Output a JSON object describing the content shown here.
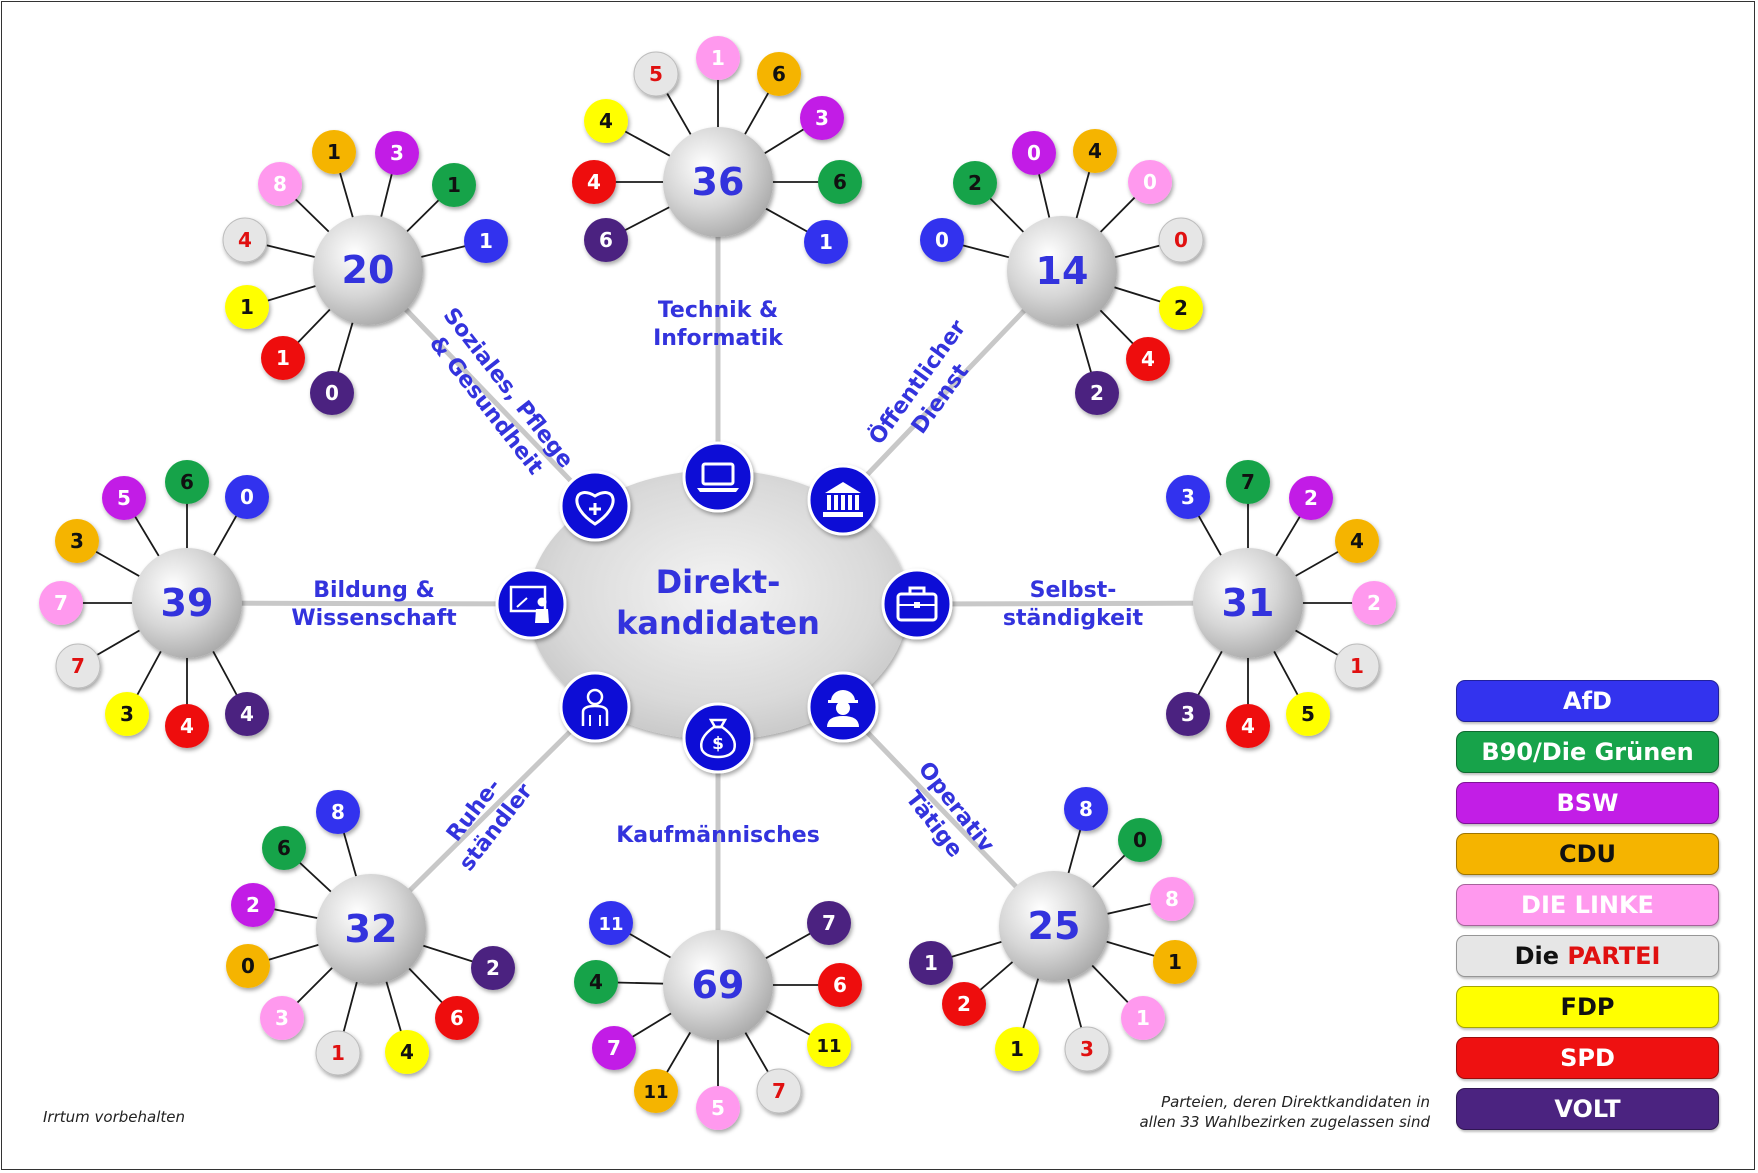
{
  "center": {
    "line1": "Direkt-",
    "line2": "kandidaten"
  },
  "colors": {
    "line": "#c8c8c8",
    "spoke": "#1a1a1a",
    "icon_circle": "#0a0ad6",
    "hub_text": "#3333dd",
    "category_text": "#3333dd"
  },
  "parties": [
    {
      "key": "afd",
      "name": "AfD",
      "bg": "#3333ee",
      "fg": "#ffffff",
      "num": "#ffffff"
    },
    {
      "key": "gruene",
      "name": "B90/Die Grünen",
      "bg": "#17a34a",
      "fg": "#ffffff",
      "num": "#111111"
    },
    {
      "key": "bsw",
      "name": "BSW",
      "bg": "#c21ee6",
      "fg": "#ffffff",
      "num": "#ffffff"
    },
    {
      "key": "cdu",
      "name": "CDU",
      "bg": "#f5b400",
      "fg": "#111111",
      "num": "#111111"
    },
    {
      "key": "linke",
      "name": "DIE LINKE",
      "bg": "#ff99ee",
      "fg": "#ffffff",
      "num": "#ffffff"
    },
    {
      "key": "partei",
      "name_prefix": "Die ",
      "name_suffix": "PARTEI",
      "bg": "#e6e6e6",
      "fg": "#111111",
      "accent": "#e01010",
      "num": "#e01010"
    },
    {
      "key": "fdp",
      "name": "FDP",
      "bg": "#ffff00",
      "fg": "#111111",
      "num": "#111111"
    },
    {
      "key": "spd",
      "name": "SPD",
      "bg": "#ee1111",
      "fg": "#ffffff",
      "num": "#ffffff"
    },
    {
      "key": "volt",
      "name": "VOLT",
      "bg": "#4b2380",
      "fg": "#ffffff",
      "num": "#ffffff"
    }
  ],
  "categories": [
    {
      "id": "technik",
      "icon": "laptop-icon",
      "label_lines": [
        "Technik &",
        "Informatik"
      ],
      "total": "36",
      "counts": [
        {
          "party": "volt",
          "value": "6"
        },
        {
          "party": "spd",
          "value": "4"
        },
        {
          "party": "fdp",
          "value": "4"
        },
        {
          "party": "partei",
          "value": "5"
        },
        {
          "party": "linke",
          "value": "1"
        },
        {
          "party": "cdu",
          "value": "6"
        },
        {
          "party": "bsw",
          "value": "3"
        },
        {
          "party": "gruene",
          "value": "6"
        },
        {
          "party": "afd",
          "value": "1"
        }
      ]
    },
    {
      "id": "oeffentlich",
      "icon": "government-building-icon",
      "label_lines": [
        "Öffentlicher",
        "Dienst"
      ],
      "total": "14",
      "counts": [
        {
          "party": "afd",
          "value": "0"
        },
        {
          "party": "gruene",
          "value": "2"
        },
        {
          "party": "bsw",
          "value": "0"
        },
        {
          "party": "cdu",
          "value": "4"
        },
        {
          "party": "linke",
          "value": "0"
        },
        {
          "party": "partei",
          "value": "0"
        },
        {
          "party": "fdp",
          "value": "2"
        },
        {
          "party": "spd",
          "value": "4"
        },
        {
          "party": "volt",
          "value": "2"
        }
      ]
    },
    {
      "id": "selbst",
      "icon": "briefcase-icon",
      "label_lines": [
        "Selbst-",
        "ständigkeit"
      ],
      "total": "31",
      "counts": [
        {
          "party": "afd",
          "value": "3"
        },
        {
          "party": "gruene",
          "value": "7"
        },
        {
          "party": "bsw",
          "value": "2"
        },
        {
          "party": "cdu",
          "value": "4"
        },
        {
          "party": "linke",
          "value": "2"
        },
        {
          "party": "partei",
          "value": "1"
        },
        {
          "party": "fdp",
          "value": "5"
        },
        {
          "party": "spd",
          "value": "4"
        },
        {
          "party": "volt",
          "value": "3"
        }
      ]
    },
    {
      "id": "operativ",
      "icon": "worker-icon",
      "label_lines": [
        "Operativ",
        "Tätige"
      ],
      "total": "25",
      "counts": [
        {
          "party": "afd",
          "value": "8"
        },
        {
          "party": "gruene",
          "value": "0"
        },
        {
          "party": "linke",
          "value": "8"
        },
        {
          "party": "cdu",
          "value": "1"
        },
        {
          "party": "linke",
          "value": "1"
        },
        {
          "party": "partei",
          "value": "3"
        },
        {
          "party": "fdp",
          "value": "1"
        },
        {
          "party": "spd",
          "value": "2"
        },
        {
          "party": "volt",
          "value": "1"
        }
      ]
    },
    {
      "id": "kaufm",
      "icon": "money-bag-icon",
      "label_lines": [
        "Kaufmännisches"
      ],
      "total": "69",
      "counts": [
        {
          "party": "volt",
          "value": "7"
        },
        {
          "party": "spd",
          "value": "6"
        },
        {
          "party": "fdp",
          "value": "11"
        },
        {
          "party": "partei",
          "value": "7"
        },
        {
          "party": "linke",
          "value": "5"
        },
        {
          "party": "cdu",
          "value": "11"
        },
        {
          "party": "bsw",
          "value": "7"
        },
        {
          "party": "gruene",
          "value": "4"
        },
        {
          "party": "afd",
          "value": "11"
        }
      ]
    },
    {
      "id": "ruhe",
      "icon": "person-icon",
      "label_lines": [
        "Ruhe-",
        "ständler"
      ],
      "total": "32",
      "counts": [
        {
          "party": "afd",
          "value": "8"
        },
        {
          "party": "volt",
          "value": "2"
        },
        {
          "party": "spd",
          "value": "6"
        },
        {
          "party": "fdp",
          "value": "4"
        },
        {
          "party": "partei",
          "value": "1"
        },
        {
          "party": "linke",
          "value": "3"
        },
        {
          "party": "cdu",
          "value": "0"
        },
        {
          "party": "bsw",
          "value": "2"
        },
        {
          "party": "gruene",
          "value": "6"
        }
      ]
    },
    {
      "id": "bildung",
      "icon": "teacher-icon",
      "label_lines": [
        "Bildung &",
        "Wissenschaft"
      ],
      "total": "39",
      "counts": [
        {
          "party": "gruene",
          "value": "6"
        },
        {
          "party": "afd",
          "value": "0"
        },
        {
          "party": "volt",
          "value": "4"
        },
        {
          "party": "spd",
          "value": "4"
        },
        {
          "party": "fdp",
          "value": "3"
        },
        {
          "party": "partei",
          "value": "7"
        },
        {
          "party": "linke",
          "value": "7"
        },
        {
          "party": "cdu",
          "value": "3"
        },
        {
          "party": "bsw",
          "value": "5"
        }
      ]
    },
    {
      "id": "sozial",
      "icon": "heart-plus-icon",
      "label_lines": [
        "Soziales, Pflege",
        "& Gesundheit"
      ],
      "total": "20",
      "counts": [
        {
          "party": "cdu",
          "value": "1"
        },
        {
          "party": "bsw",
          "value": "3"
        },
        {
          "party": "gruene",
          "value": "1"
        },
        {
          "party": "afd",
          "value": "1"
        },
        {
          "party": "volt",
          "value": "0"
        },
        {
          "party": "spd",
          "value": "1"
        },
        {
          "party": "fdp",
          "value": "1"
        },
        {
          "party": "partei",
          "value": "4"
        },
        {
          "party": "linke",
          "value": "8"
        }
      ]
    }
  ],
  "notes": {
    "left": "Irrtum vorbehalten",
    "right_line1": "Parteien, deren Direktkandidaten in",
    "right_line2": "allen 33 Wahlbezirken zugelassen sind"
  }
}
